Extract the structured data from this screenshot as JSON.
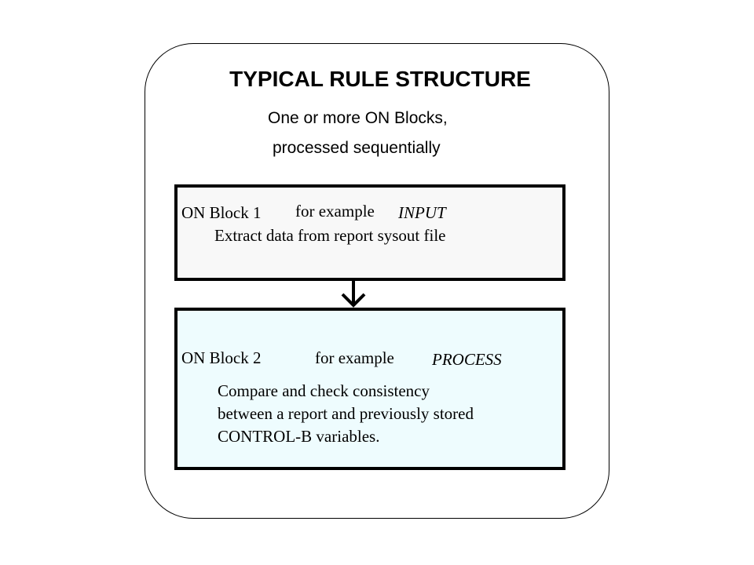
{
  "title": "TYPICAL RULE STRUCTURE",
  "subtitle": {
    "line1": "One or more ON Blocks,",
    "line2": "processed sequentially"
  },
  "blocks": [
    {
      "heading": "ON Block  1",
      "example_label": "for example",
      "example_value": "INPUT",
      "description_lines": [
        "Extract data from report sysout file"
      ],
      "fill": "#f8f8f8"
    },
    {
      "heading": "ON Block  2",
      "example_label": "for example",
      "example_value": "PROCESS",
      "description_lines": [
        "Compare and check consistency",
        "between a report and previously stored",
        "CONTROL-B variables."
      ],
      "fill": "#eefcfe"
    }
  ],
  "connector": {
    "icon": "down-arrow-icon"
  }
}
